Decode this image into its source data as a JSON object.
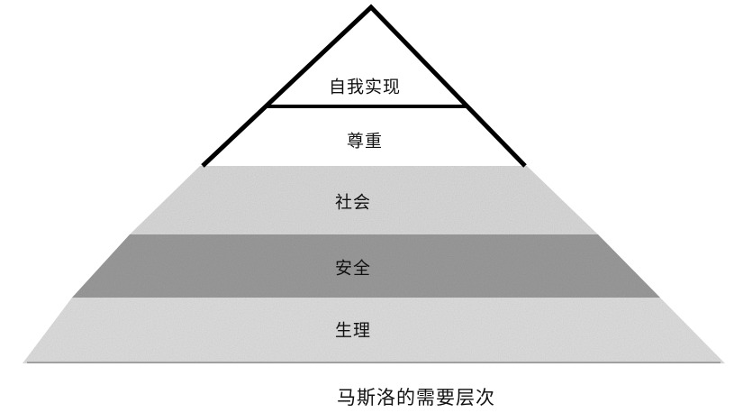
{
  "diagram": {
    "type": "pyramid",
    "title": "马斯洛的需要层次",
    "levels": [
      {
        "order": 5,
        "label": "自我实现",
        "style": "outline"
      },
      {
        "order": 4,
        "label": "尊重",
        "style": "outline"
      },
      {
        "order": 3,
        "label": "社会",
        "style": "light-gray",
        "color": "#d6d6d6"
      },
      {
        "order": 2,
        "label": "安全",
        "style": "dark-gray",
        "color": "#9a9a9a"
      },
      {
        "order": 1,
        "label": "生理",
        "style": "light-gray",
        "color": "#dcdcdc"
      }
    ],
    "colors": {
      "outline": "#000000",
      "light_band": "#d8d8d8",
      "dark_band": "#9c9c9c",
      "background": "#ffffff"
    }
  }
}
